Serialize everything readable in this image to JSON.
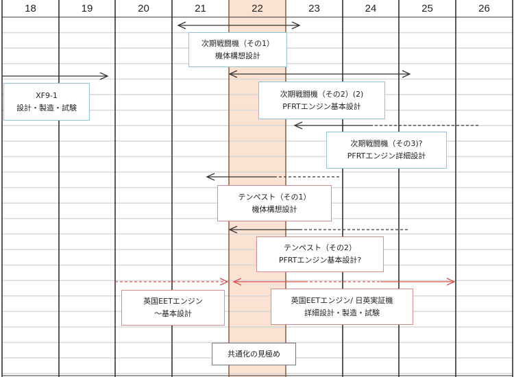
{
  "header": {
    "years": [
      "18",
      "19",
      "20",
      "21",
      "22",
      "23",
      "24",
      "25",
      "26"
    ]
  },
  "highlight_year": "22",
  "colors": {
    "highlight_fill": "#fbe2d2",
    "blue_border": "#8cc4d4",
    "red_border": "#d98a8a",
    "red_arrow": "#d9534f",
    "black_arrow": "#333333"
  },
  "boxes": [
    {
      "id": "fx1",
      "line1": "次期戦闘機（その1）",
      "line2": "機体構想設計"
    },
    {
      "id": "xf9",
      "line1": "XF9-1",
      "line2": "設計・製造・試験"
    },
    {
      "id": "fx2",
      "line1": "次期戦闘機（その2）(2)",
      "line2": "PFRTエンジン基本設計"
    },
    {
      "id": "fx3",
      "line1": "次期戦闘機（その3)?",
      "line2": "PFRTエンジン詳細設計"
    },
    {
      "id": "tp1",
      "line1": "テンペスト（その1）",
      "line2": "機体構想設計"
    },
    {
      "id": "tp2",
      "line1": "テンペスト（その2）",
      "line2": "PFRTエンジン基本設計?"
    },
    {
      "id": "eet1",
      "line1": "英国EETエンジン",
      "line2": "～基本設計"
    },
    {
      "id": "eet2",
      "line1": "英国EETエンジン/ 日英実証機",
      "line2": "詳細設計・製造・試験"
    },
    {
      "id": "common",
      "line1": "共通化の見極め"
    }
  ]
}
